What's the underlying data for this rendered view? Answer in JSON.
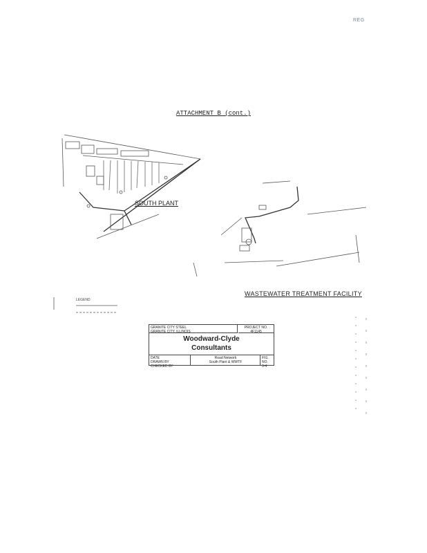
{
  "stamp": "REG",
  "title": "ATTACHMENT B (cont.)",
  "labels": {
    "south_plant": "SOUTH PLANT",
    "wastewater": "WASTEWATER TREATMENT FACILITY",
    "legend": "LEGEND"
  },
  "title_block": {
    "client_line1": "GRANITE CITY STEEL",
    "client_line2": "GRANITE CITY, ILLINOIS",
    "project_no_label": "PROJECT NO.",
    "project_no": "4F1145",
    "firm": "Woodward-Clyde",
    "firm2": "Consultants",
    "date_label": "DATE",
    "drawn_label": "DRAWN BY",
    "checked_label": "CHECKED BY",
    "drawing_title1": "Road Network",
    "drawing_title2": "South Plant & WWTF",
    "fig_label": "FIG. NO.",
    "fig_no": "3-4"
  }
}
